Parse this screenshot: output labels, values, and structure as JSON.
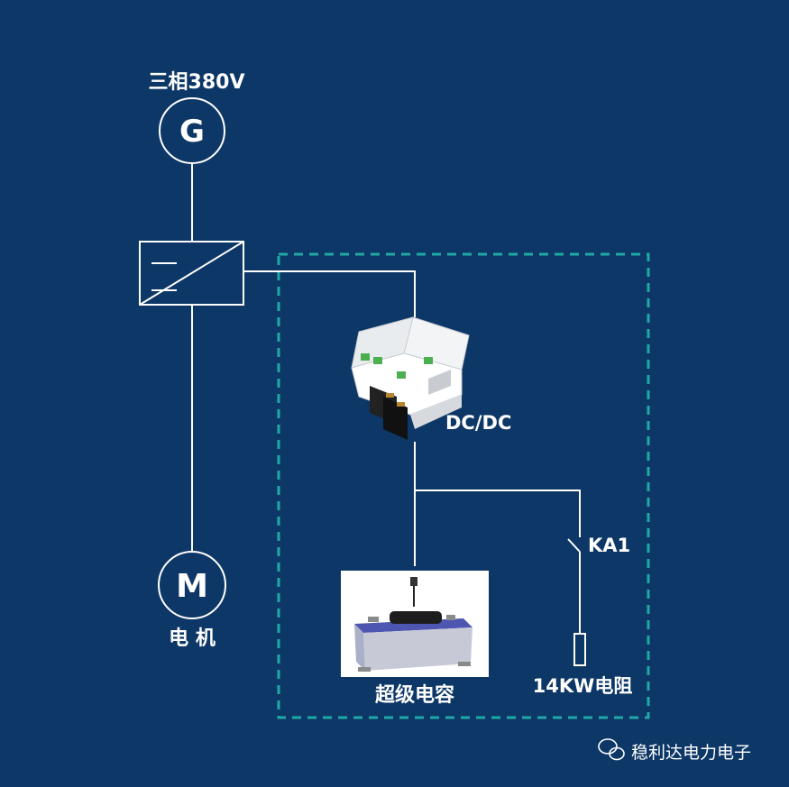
{
  "generator": {
    "caption": "三相380V",
    "symbol": "G"
  },
  "motor": {
    "symbol": "M",
    "caption": "电 机"
  },
  "dcdc": {
    "caption": "DC/DC"
  },
  "supercap": {
    "caption": "超级电容"
  },
  "contactor": {
    "caption": "KA1"
  },
  "resistor": {
    "caption": "14KW电阻"
  },
  "watermark": {
    "text": "稳利达电力电子",
    "icon": "wechat-icon"
  },
  "colors": {
    "background": "#0d3766",
    "line": "#ffffff",
    "boundary": "#1fa8a6"
  }
}
